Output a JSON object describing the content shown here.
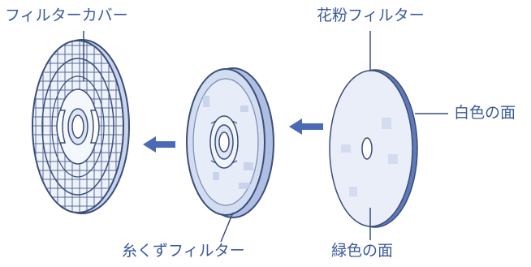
{
  "labels": {
    "filter_cover": "フィルターカバー",
    "pollen_filter": "花粉フィルター",
    "white_side": "白色の面",
    "lint_filter": "糸くずフィルター",
    "green_side": "緑色の面"
  },
  "colors": {
    "text": "#3a5a9a",
    "line": "#3c4e7a",
    "arrow": "#4a6ab5",
    "disc_fill": "#dfe7f7",
    "disc_fill_light": "#edf2fb",
    "rim": "#8fa5cf"
  },
  "icons": {
    "arrow_left_1": "arrow-left-icon",
    "arrow_left_2": "arrow-left-icon"
  }
}
